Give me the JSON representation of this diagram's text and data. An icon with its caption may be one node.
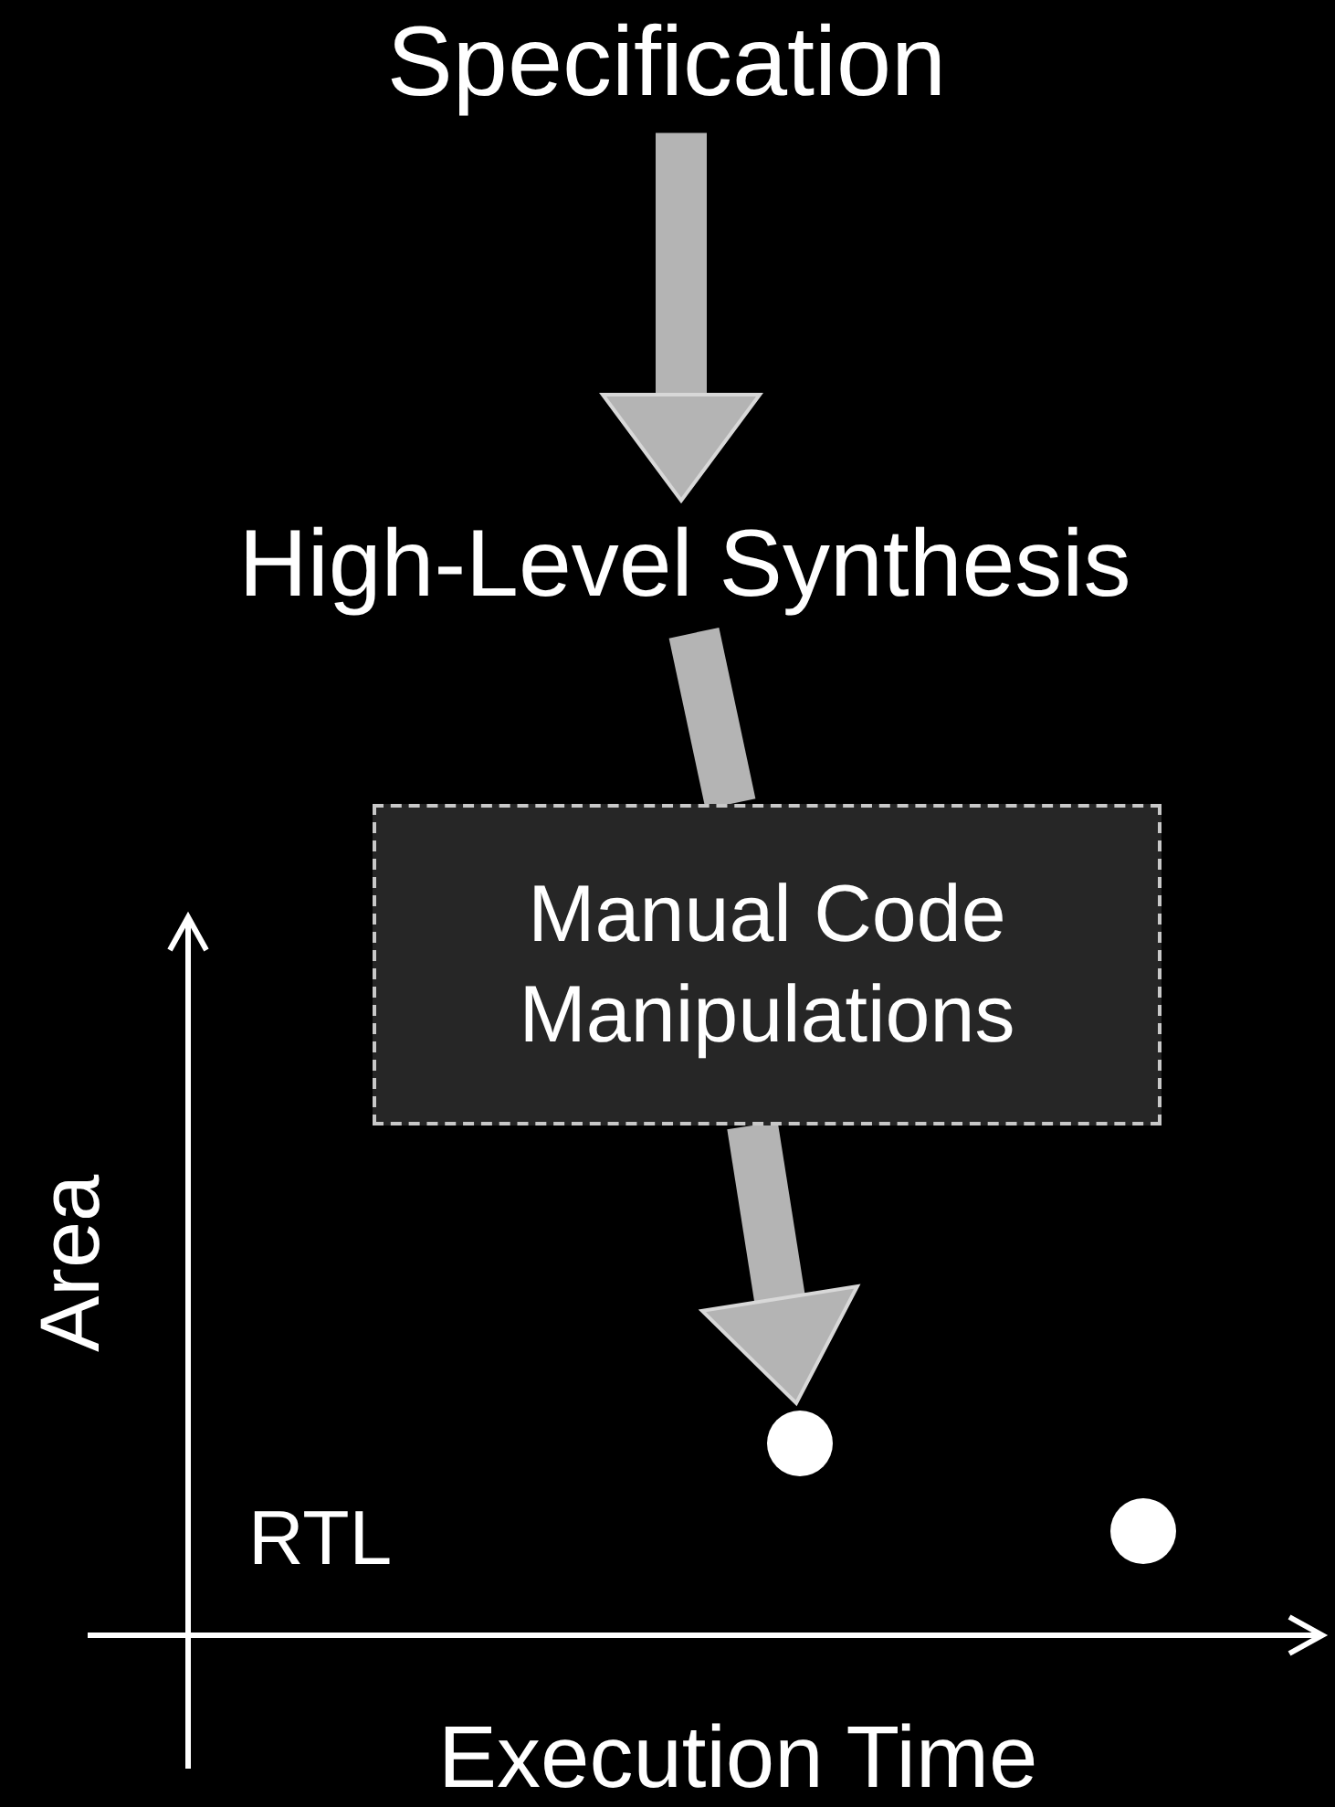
{
  "diagram": {
    "nodes": [
      {
        "text": [
          "Specification"
        ]
      },
      {
        "text": [
          "High-Level Synthesis"
        ]
      },
      {
        "text": [
          "Manual Code Manipulations"
        ]
      },
      {
        "text": [],
        "shape": "circle"
      },
      {
        "text": [],
        "shape": "circle"
      }
    ],
    "edges": [
      {
        "from": 0,
        "to": 1,
        "arrow": "to"
      },
      {
        "from": 1,
        "to": 2,
        "arrow": "none"
      },
      {
        "from": 2,
        "to": 3,
        "arrow": "to"
      }
    ],
    "labels": [
      "Area",
      "RTL",
      "Execution Time"
    ]
  }
}
